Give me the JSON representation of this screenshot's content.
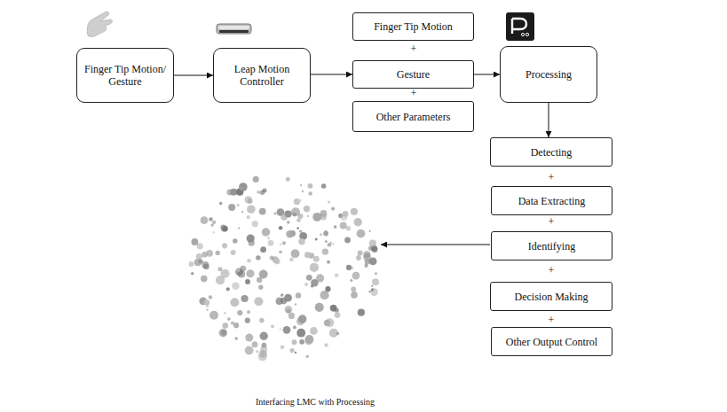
{
  "diagram": {
    "caption": "Interfacing LMC with Processing",
    "nodes": [
      {
        "text": [
          "Finger Tip Motion/ Gesture"
        ]
      },
      {
        "text": [
          "Leap Motion Controller"
        ]
      },
      {
        "text": [
          "Finger Tip Motion"
        ]
      },
      {
        "text": [
          "Gesture"
        ]
      },
      {
        "text": [
          "Other Parameters"
        ]
      },
      {
        "text": [
          "Processing"
        ]
      },
      {
        "text": [
          "Detecting"
        ]
      },
      {
        "text": [
          "Data Extracting"
        ]
      },
      {
        "text": [
          "Identifying"
        ]
      },
      {
        "text": [
          "Decision Making"
        ]
      },
      {
        "text": [
          "Other Output Control"
        ]
      }
    ],
    "edges": [
      {
        "from": 0,
        "to": 1,
        "arrow": "to"
      },
      {
        "from": 1,
        "to": 3,
        "arrow": "to"
      },
      {
        "from": 3,
        "to": 5,
        "arrow": "to"
      },
      {
        "from": 5,
        "to": 6,
        "arrow": "to"
      }
    ],
    "labels": [
      "+",
      "+",
      "+",
      "+",
      "+",
      "+"
    ]
  }
}
